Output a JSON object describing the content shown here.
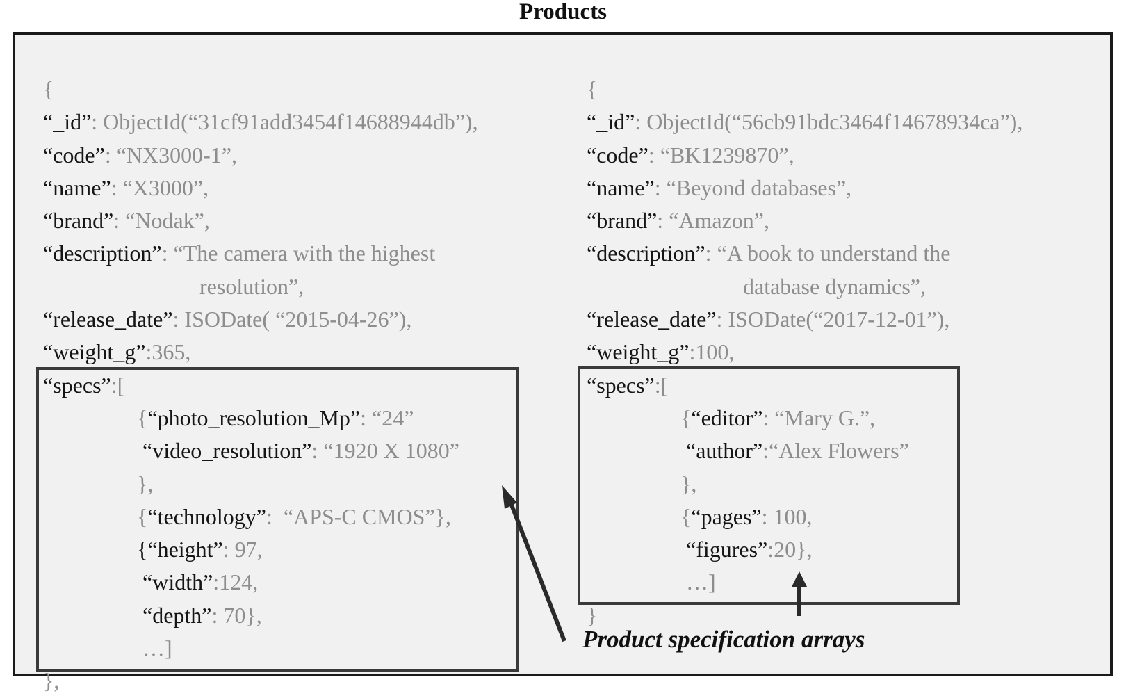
{
  "title": "Products",
  "caption": "Product specification arrays",
  "documents": [
    {
      "lines": [
        {
          "indent": 0,
          "parts": [
            [
              "v",
              "{"
            ]
          ]
        },
        {
          "indent": 0,
          "parts": [
            [
              "k",
              "“_id”"
            ],
            [
              "v",
              ": ObjectId(“31cf91add3454f14688944db”),"
            ]
          ]
        },
        {
          "indent": 0,
          "parts": [
            [
              "k",
              "“code”"
            ],
            [
              "v",
              ": “NX3000-1”,"
            ]
          ]
        },
        {
          "indent": 0,
          "parts": [
            [
              "k",
              "“name”"
            ],
            [
              "v",
              ": “X3000”,"
            ]
          ]
        },
        {
          "indent": 0,
          "parts": [
            [
              "k",
              "“brand”"
            ],
            [
              "v",
              ": “Nodak”,"
            ]
          ]
        },
        {
          "indent": 0,
          "parts": [
            [
              "k",
              "“description”"
            ],
            [
              "v",
              ": “The camera with the highest"
            ]
          ]
        },
        {
          "indent": 5,
          "parts": [
            [
              "v",
              "resolution”,"
            ]
          ]
        },
        {
          "indent": 0,
          "parts": [
            [
              "k",
              "“release_date”"
            ],
            [
              "v",
              ": ISODate( “2015-04-26”),"
            ]
          ]
        },
        {
          "indent": 0,
          "parts": [
            [
              "k",
              "“weight_g”"
            ],
            [
              "v",
              ":365,"
            ]
          ]
        },
        {
          "indent": 0,
          "parts": [
            [
              "k",
              "“specs”"
            ],
            [
              "v",
              ":["
            ]
          ]
        },
        {
          "indent": 3,
          "parts": [
            [
              "v",
              "{"
            ],
            [
              "k",
              "“photo_resolution_Mp”"
            ],
            [
              "v",
              ": “24”"
            ]
          ]
        },
        {
          "indent": 3,
          "parts": [
            [
              "k",
              " “video_resolution”"
            ],
            [
              "v",
              ": “1920 X 1080”"
            ]
          ]
        },
        {
          "indent": 3,
          "parts": [
            [
              "v",
              "},"
            ]
          ]
        },
        {
          "indent": 3,
          "parts": [
            [
              "v",
              "{"
            ],
            [
              "k",
              "“technology”"
            ],
            [
              "v",
              ":  “APS-C CMOS”},"
            ]
          ]
        },
        {
          "indent": 3,
          "parts": [
            [
              "k",
              "{“height”"
            ],
            [
              "v",
              ": 97,"
            ]
          ]
        },
        {
          "indent": 3,
          "parts": [
            [
              "k",
              " “width”"
            ],
            [
              "v",
              ":124,"
            ]
          ]
        },
        {
          "indent": 3,
          "parts": [
            [
              "k",
              " “depth”"
            ],
            [
              "v",
              ": 70},"
            ]
          ]
        },
        {
          "indent": 3,
          "parts": [
            [
              "v",
              " …]"
            ]
          ]
        },
        {
          "indent": 0,
          "parts": [
            [
              "v",
              "},"
            ]
          ]
        }
      ]
    },
    {
      "lines": [
        {
          "indent": 0,
          "parts": [
            [
              "v",
              "{"
            ]
          ]
        },
        {
          "indent": 0,
          "parts": [
            [
              "k",
              "“_id”"
            ],
            [
              "v",
              ": ObjectId(“56cb91bdc3464f14678934ca”),"
            ]
          ]
        },
        {
          "indent": 0,
          "parts": [
            [
              "k",
              "“code”"
            ],
            [
              "v",
              ": “BK1239870”,"
            ]
          ]
        },
        {
          "indent": 0,
          "parts": [
            [
              "k",
              "“name”"
            ],
            [
              "v",
              ": “Beyond databases”,"
            ]
          ]
        },
        {
          "indent": 0,
          "parts": [
            [
              "k",
              "“brand”"
            ],
            [
              "v",
              ": “Amazon”,"
            ]
          ]
        },
        {
          "indent": 0,
          "parts": [
            [
              "k",
              "“description”"
            ],
            [
              "v",
              ": “A book to understand the"
            ]
          ]
        },
        {
          "indent": 5,
          "parts": [
            [
              "v",
              "database dynamics”,"
            ]
          ]
        },
        {
          "indent": 0,
          "parts": [
            [
              "k",
              "“release_date”"
            ],
            [
              "v",
              ": ISODate(“2017-12-01”),"
            ]
          ]
        },
        {
          "indent": 0,
          "parts": [
            [
              "k",
              "“weight_g”"
            ],
            [
              "v",
              ":100,"
            ]
          ]
        },
        {
          "indent": 0,
          "parts": [
            [
              "k",
              "“specs”"
            ],
            [
              "v",
              ":["
            ]
          ]
        },
        {
          "indent": 3,
          "parts": [
            [
              "v",
              "{"
            ],
            [
              "k",
              "“editor”"
            ],
            [
              "v",
              ": “Mary G.”,"
            ]
          ]
        },
        {
          "indent": 3,
          "parts": [
            [
              "k",
              " “author”"
            ],
            [
              "v",
              ":“Alex Flowers”"
            ]
          ]
        },
        {
          "indent": 3,
          "parts": [
            [
              "v",
              "},"
            ]
          ]
        },
        {
          "indent": 3,
          "parts": [
            [
              "v",
              "{"
            ],
            [
              "k",
              "“pages”"
            ],
            [
              "v",
              ": 100,"
            ]
          ]
        },
        {
          "indent": 3,
          "parts": [
            [
              "k",
              " “figures”"
            ],
            [
              "v",
              ":20},"
            ]
          ]
        },
        {
          "indent": 3,
          "parts": [
            [
              "v",
              " …]"
            ]
          ]
        },
        {
          "indent": 0,
          "parts": [
            [
              "v",
              "}"
            ]
          ]
        }
      ]
    }
  ]
}
